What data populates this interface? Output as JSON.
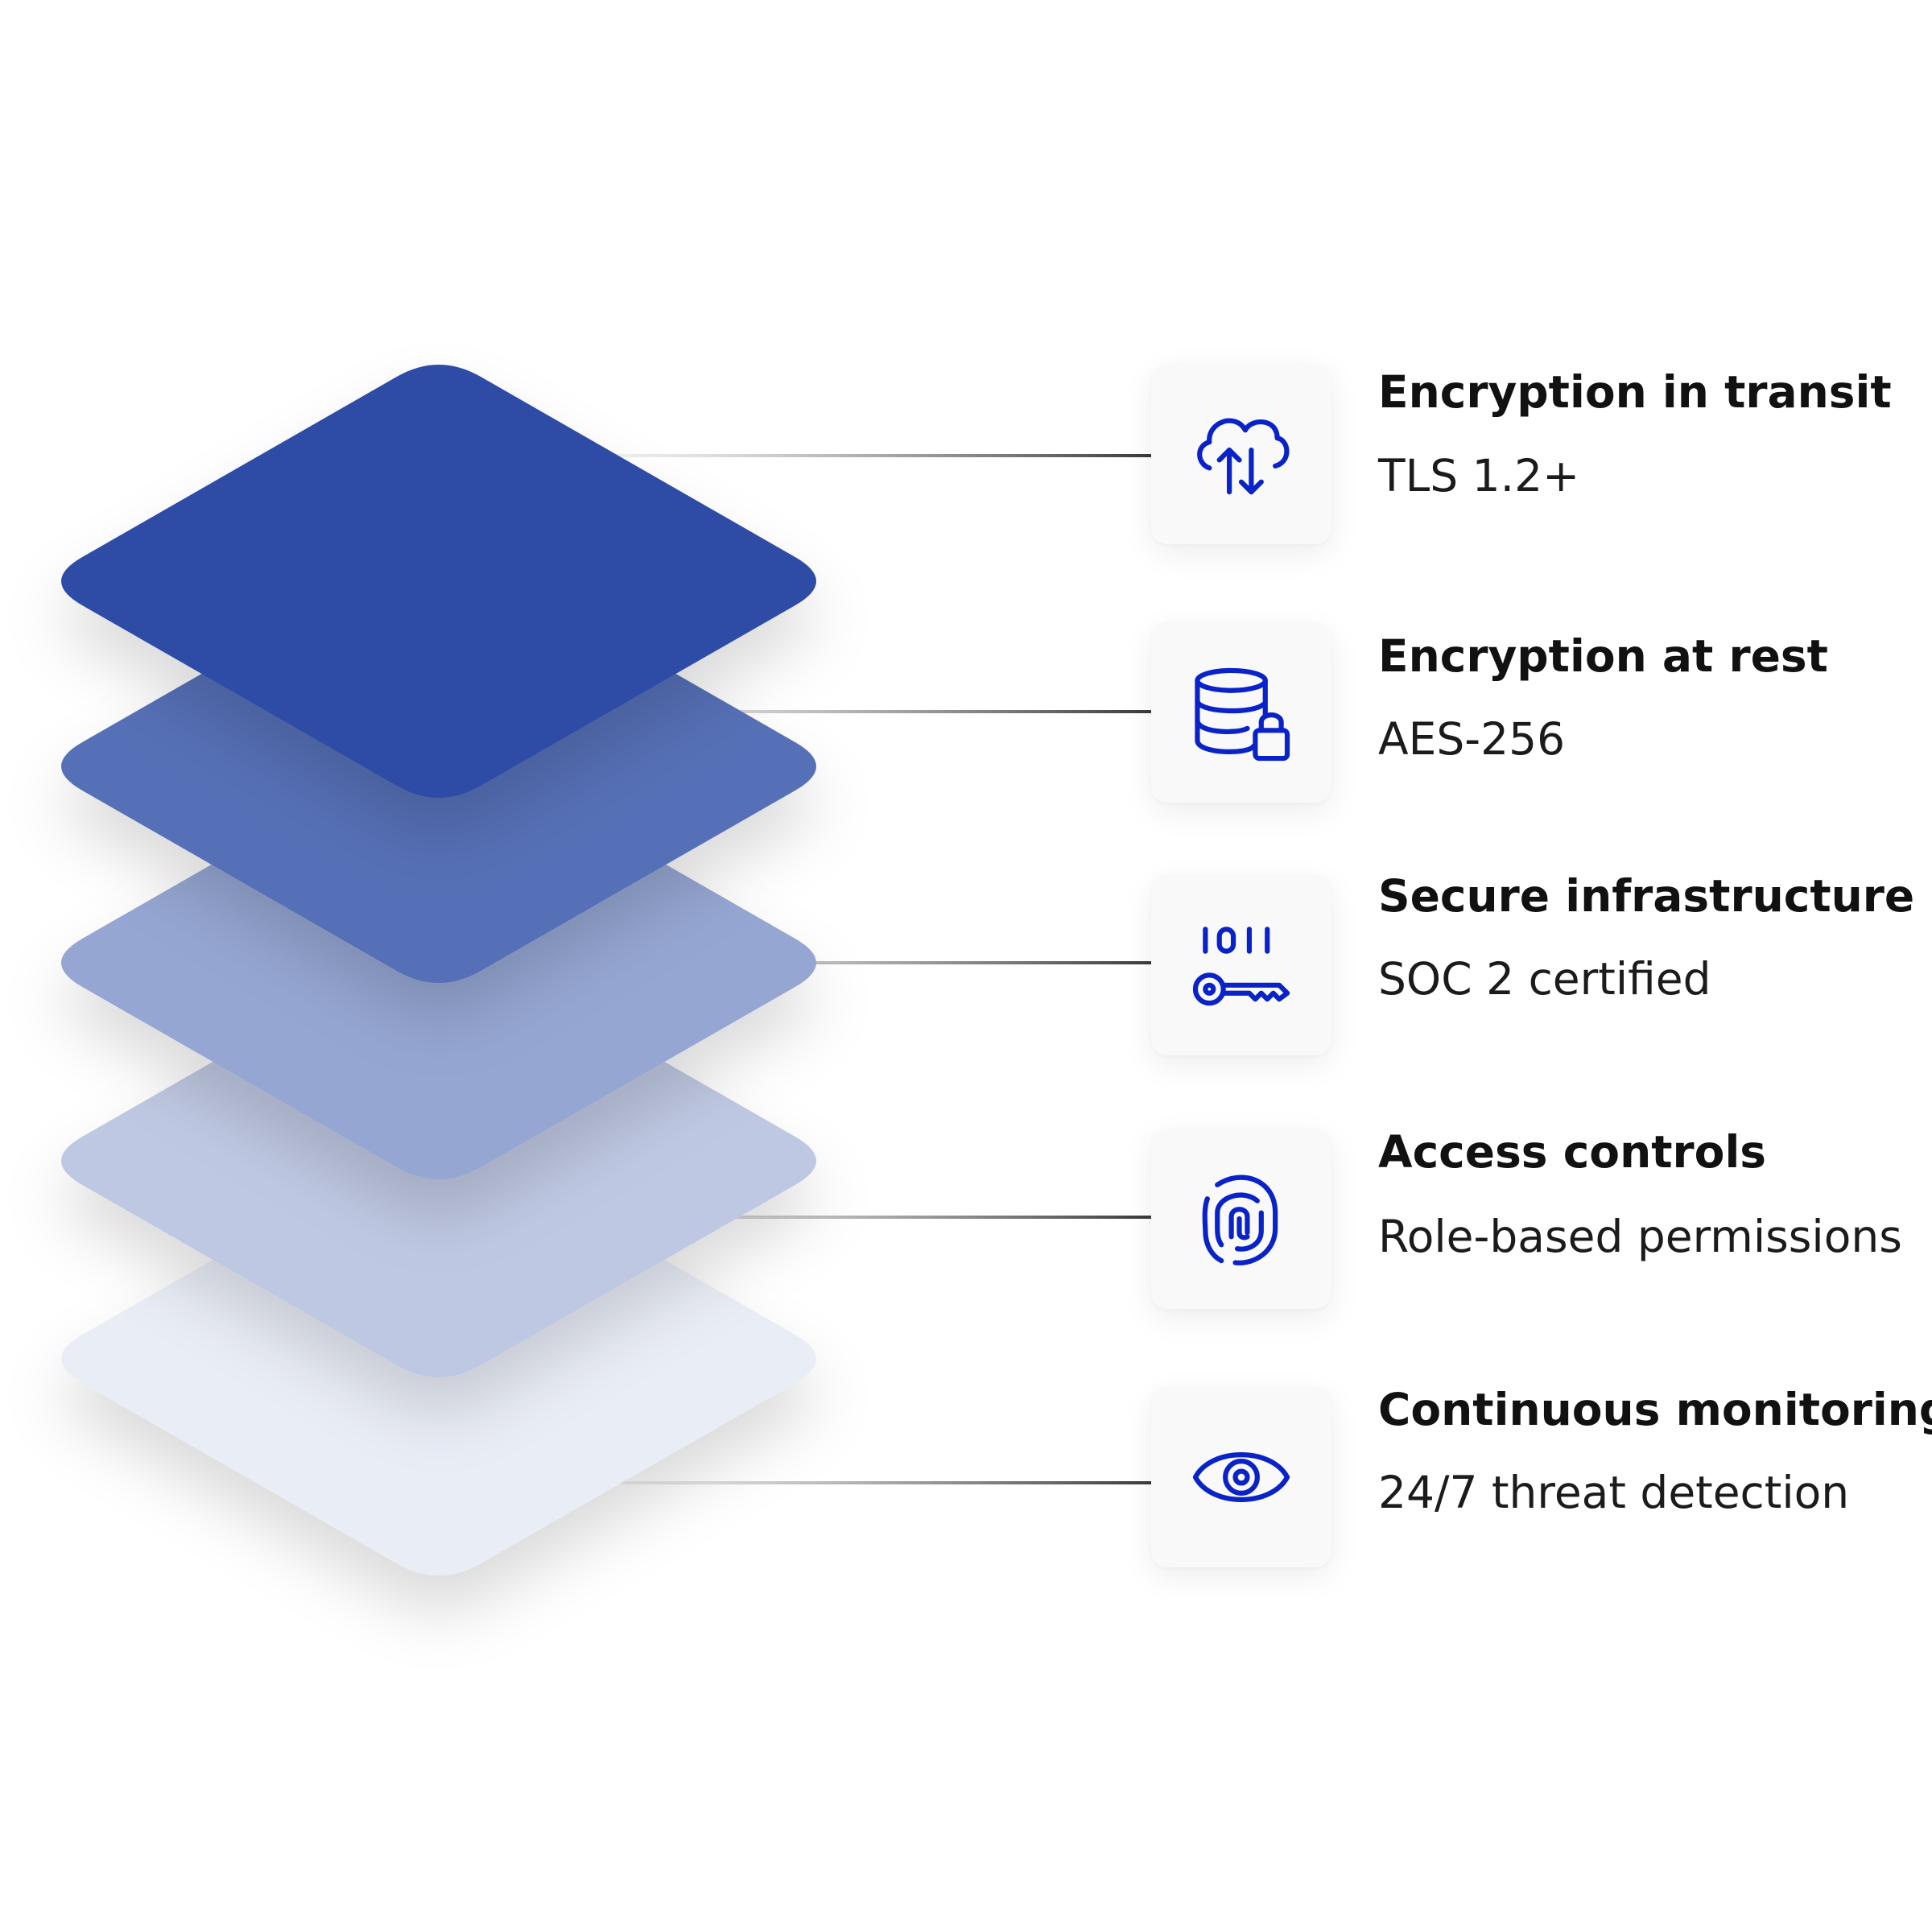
{
  "colors": {
    "accent": "#0a23c9",
    "layers": [
      "#2f4ca6",
      "#566fb7",
      "#95a6d2",
      "#bfc8e2",
      "#e9edf6"
    ],
    "connector": "#454545"
  },
  "features": [
    {
      "icon": "cloud-transfer-icon",
      "title": "Encryption in transit",
      "desc": "TLS 1.2+"
    },
    {
      "icon": "database-lock-icon",
      "title": "Encryption at rest",
      "desc": "AES-256"
    },
    {
      "icon": "binary-key-icon",
      "title": "Secure infrastructure",
      "desc": "SOC 2 certified"
    },
    {
      "icon": "fingerprint-icon",
      "title": "Access controls",
      "desc": "Role-based permissions"
    },
    {
      "icon": "eye-icon",
      "title": "Continuous monitoring",
      "desc": "24/7 threat detection"
    }
  ]
}
